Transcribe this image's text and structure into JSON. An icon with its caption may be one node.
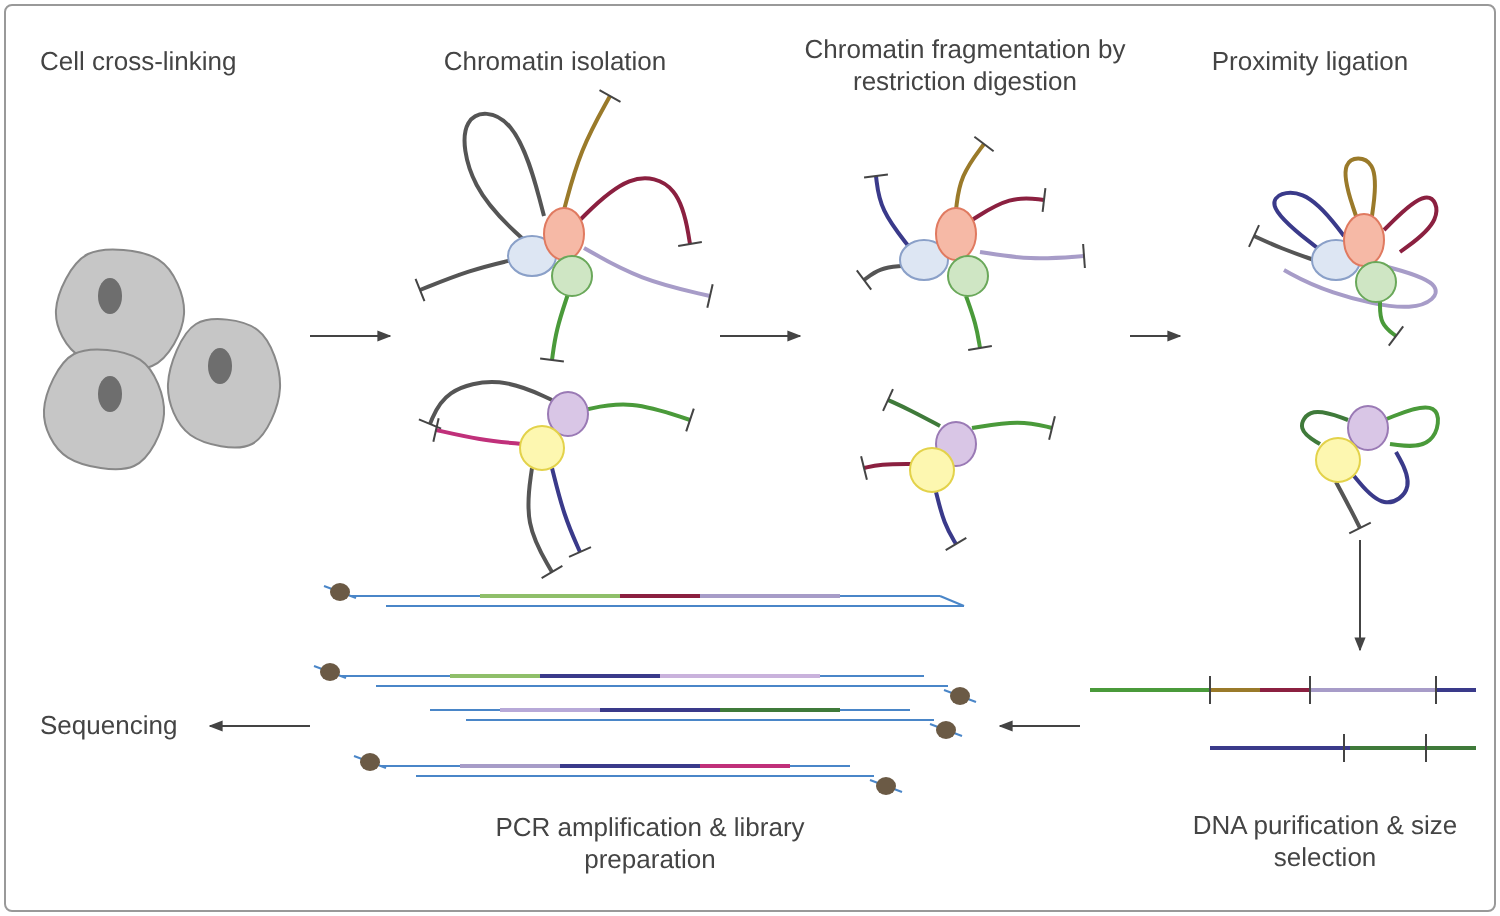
{
  "diagram": {
    "nodes": [
      {
        "text": [
          "Cell cross-linking"
        ]
      },
      {
        "text": [
          "Chromatin isolation"
        ]
      },
      {
        "text": [
          "Chromatin fragmentation by restriction digestion"
        ]
      },
      {
        "text": [
          "Proximity ligation"
        ]
      },
      {
        "text": [
          "DNA purification & size selection"
        ]
      },
      {
        "text": [
          "PCR amplification & library preparation"
        ]
      },
      {
        "text": [
          "Sequencing"
        ]
      }
    ],
    "edges": [
      {
        "from": 0,
        "to": 1,
        "arrow": "to"
      },
      {
        "from": 1,
        "to": 2,
        "arrow": "to"
      },
      {
        "from": 2,
        "to": 3,
        "arrow": "to"
      },
      {
        "from": 3,
        "to": 4,
        "arrow": "to"
      },
      {
        "from": 4,
        "to": 5,
        "arrow": "to"
      },
      {
        "from": 5,
        "to": 6,
        "arrow": "to"
      }
    ]
  }
}
